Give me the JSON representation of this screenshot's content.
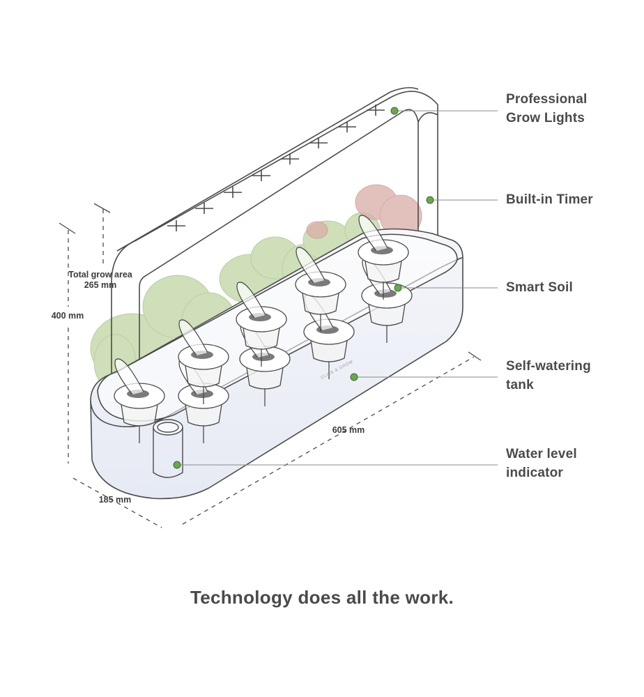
{
  "callouts": [
    {
      "id": "grow-lights",
      "lines": [
        "Professional",
        "Grow Lights"
      ],
      "color": "#6aa84f"
    },
    {
      "id": "timer",
      "lines": [
        "Built-in Timer"
      ],
      "color": "#6aa84f"
    },
    {
      "id": "smart-soil",
      "lines": [
        "Smart Soil"
      ],
      "color": "#6aa84f"
    },
    {
      "id": "tank",
      "lines": [
        "Self-watering",
        "tank"
      ],
      "color": "#6aa84f"
    },
    {
      "id": "water-level",
      "lines": [
        "Water level",
        "indicator"
      ],
      "color": "#6aa84f"
    }
  ],
  "dimensions": {
    "grow_area_label": "Total grow area",
    "grow_area_value": "265 mm",
    "height": "400 mm",
    "length": "605 mm",
    "depth": "185 mm"
  },
  "brand_text": "CLICK & GROW",
  "tagline": "Technology does all the work.",
  "colors": {
    "line": "#4a4a4a",
    "marker": "#6aa84f",
    "plant": "#c9dcb2",
    "plant_red": "#c98a86",
    "water": "#eef1f8"
  }
}
